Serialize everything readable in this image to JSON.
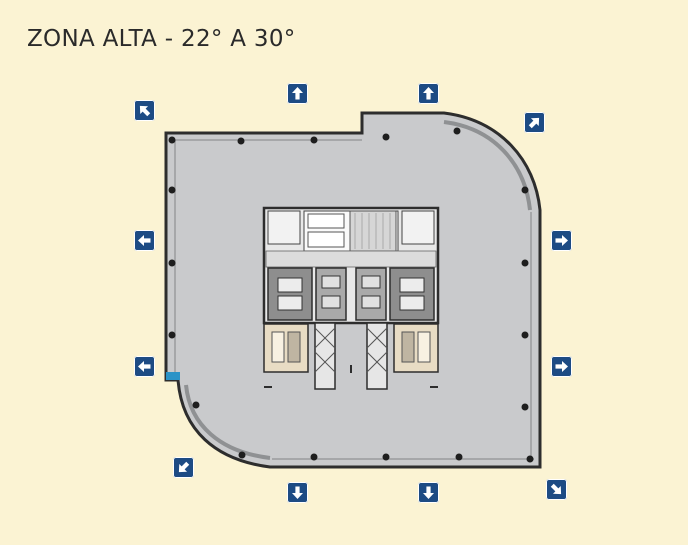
{
  "title": "ZONA ALTA - 22° A 30°",
  "colors": {
    "background": "#fbf3d3",
    "floor": "#c9cacc",
    "wall": "#2d2d2d",
    "facade": "#8f9193",
    "core_light": "#e8e8e8",
    "core_dark": "#9a9a9a",
    "restroom": "#e8dcc4",
    "nav_button": "#1d4b84",
    "nav_arrow": "#ffffff",
    "facade_accent": "#2b93c7"
  },
  "navigation": [
    {
      "id": "nw",
      "direction": "north-west",
      "icon": "arrow-up-left-icon"
    },
    {
      "id": "n1",
      "direction": "north",
      "icon": "arrow-up-icon"
    },
    {
      "id": "n2",
      "direction": "north",
      "icon": "arrow-up-icon"
    },
    {
      "id": "ne",
      "direction": "north-east",
      "icon": "arrow-up-right-icon"
    },
    {
      "id": "w1",
      "direction": "west",
      "icon": "arrow-left-icon"
    },
    {
      "id": "e1",
      "direction": "east",
      "icon": "arrow-right-icon"
    },
    {
      "id": "w2",
      "direction": "west",
      "icon": "arrow-left-icon"
    },
    {
      "id": "e2",
      "direction": "east",
      "icon": "arrow-right-icon"
    },
    {
      "id": "sw",
      "direction": "south-west",
      "icon": "arrow-down-left-icon"
    },
    {
      "id": "s1",
      "direction": "south",
      "icon": "arrow-down-icon"
    },
    {
      "id": "s2",
      "direction": "south",
      "icon": "arrow-down-icon"
    },
    {
      "id": "se",
      "direction": "south-east",
      "icon": "arrow-down-right-icon"
    }
  ]
}
